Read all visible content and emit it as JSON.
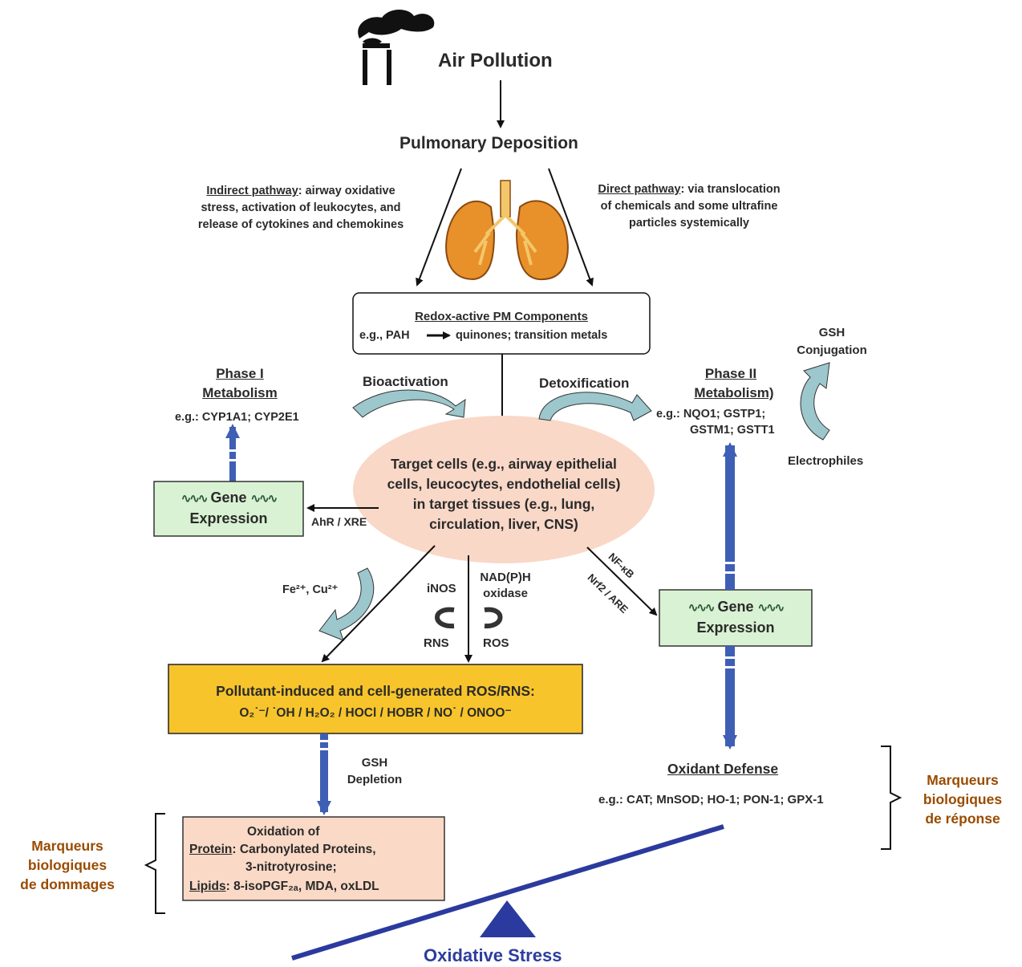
{
  "top": {
    "title": "Air Pollution",
    "deposition": "Pulmonary Deposition"
  },
  "indirect": {
    "label": "Indirect pathway",
    "text1": ": airway oxidative",
    "text2": "stress, activation of leukocytes, and",
    "text3": "release of cytokines and chemokines"
  },
  "direct": {
    "label": "Direct pathway",
    "text1": ": via translocation",
    "text2": "of chemicals and some ultrafine",
    "text3": "particles systemically"
  },
  "redox": {
    "title": "Redox-active PM Components",
    "eg": "e.g., PAH",
    "rest": "quinones; transition metals"
  },
  "bioactivation": "Bioactivation",
  "detoxification": "Detoxification",
  "phase1": {
    "title1": "Phase I",
    "title2": "Metabolism",
    "eg": "e.g.: CYP1A1; CYP2E1"
  },
  "phase2": {
    "title1": "Phase II",
    "title2": "Metabolism)",
    "eg1": "e.g.: NQO1; GSTP1;",
    "eg2": "GSTM1; GSTT1"
  },
  "gsh_conj": {
    "line1": "GSH",
    "line2": "Conjugation"
  },
  "electrophiles": "Electrophiles",
  "target": {
    "line1": "Target cells (e.g., airway epithelial",
    "line2": "cells, leucocytes, endothelial cells)",
    "line3": "in target tissues (e.g., lung,",
    "line4": "circulation, liver, CNS)"
  },
  "gene_left": {
    "line1": "Gene",
    "line2": "Expression"
  },
  "gene_right": {
    "line1": "Gene",
    "line2": "Expression"
  },
  "ahr": "AhR / XRE",
  "nfkb": "NF-κB",
  "nrf2": "Nrf2 / ARE",
  "metals": "Fe²⁺, Cu²⁺",
  "inos": "iNOS",
  "nadph": {
    "line1": "NAD(P)H",
    "line2": "oxidase"
  },
  "rns": "RNS",
  "ros": "ROS",
  "ros_box": {
    "line1": "Pollutant-induced and cell-generated  ROS/RNS:",
    "line2": "O₂˙⁻/ ˙OH / H₂O₂ / HOCl / HOBR / NO˙ / ONOO⁻"
  },
  "gsh_dep": {
    "line1": "GSH",
    "line2": "Depletion"
  },
  "damage": {
    "header": "Oxidation of",
    "protein_label": "Protein",
    "protein_text1": ": Carbonylated Proteins,",
    "protein_text2": "3-nitrotyrosine;",
    "lipids_label": "Lipids",
    "lipids_text": ":  8-isoPGF₂ₐ, MDA, oxLDL"
  },
  "oxidant": {
    "title": "Oxidant Defense",
    "eg": "e.g.: CAT; MnSOD; HO-1; PON-1; GPX-1"
  },
  "left_markers": {
    "line1": "Marqueurs",
    "line2": "biologiques",
    "line3": "de dommages"
  },
  "right_markers": {
    "line1": "Marqueurs",
    "line2": "biologiques",
    "line3": "de réponse"
  },
  "bottom": "Oxidative Stress",
  "colors": {
    "ros_box": "#f7c52b",
    "gene_box": "#d9f2d3",
    "target": "#f9d8c8",
    "damage_box": "#fad9c6",
    "thick_arrow": "#3f5fb5",
    "seesaw": "#2b3a9e",
    "curved_arrow": "#9cc7cc",
    "markers_text": "#9a4b00",
    "lungs": "#e8902a"
  },
  "icons": {
    "factory": "smokestack-icon",
    "lungs": "lungs-icon",
    "helix": "dna-helix-icon"
  }
}
